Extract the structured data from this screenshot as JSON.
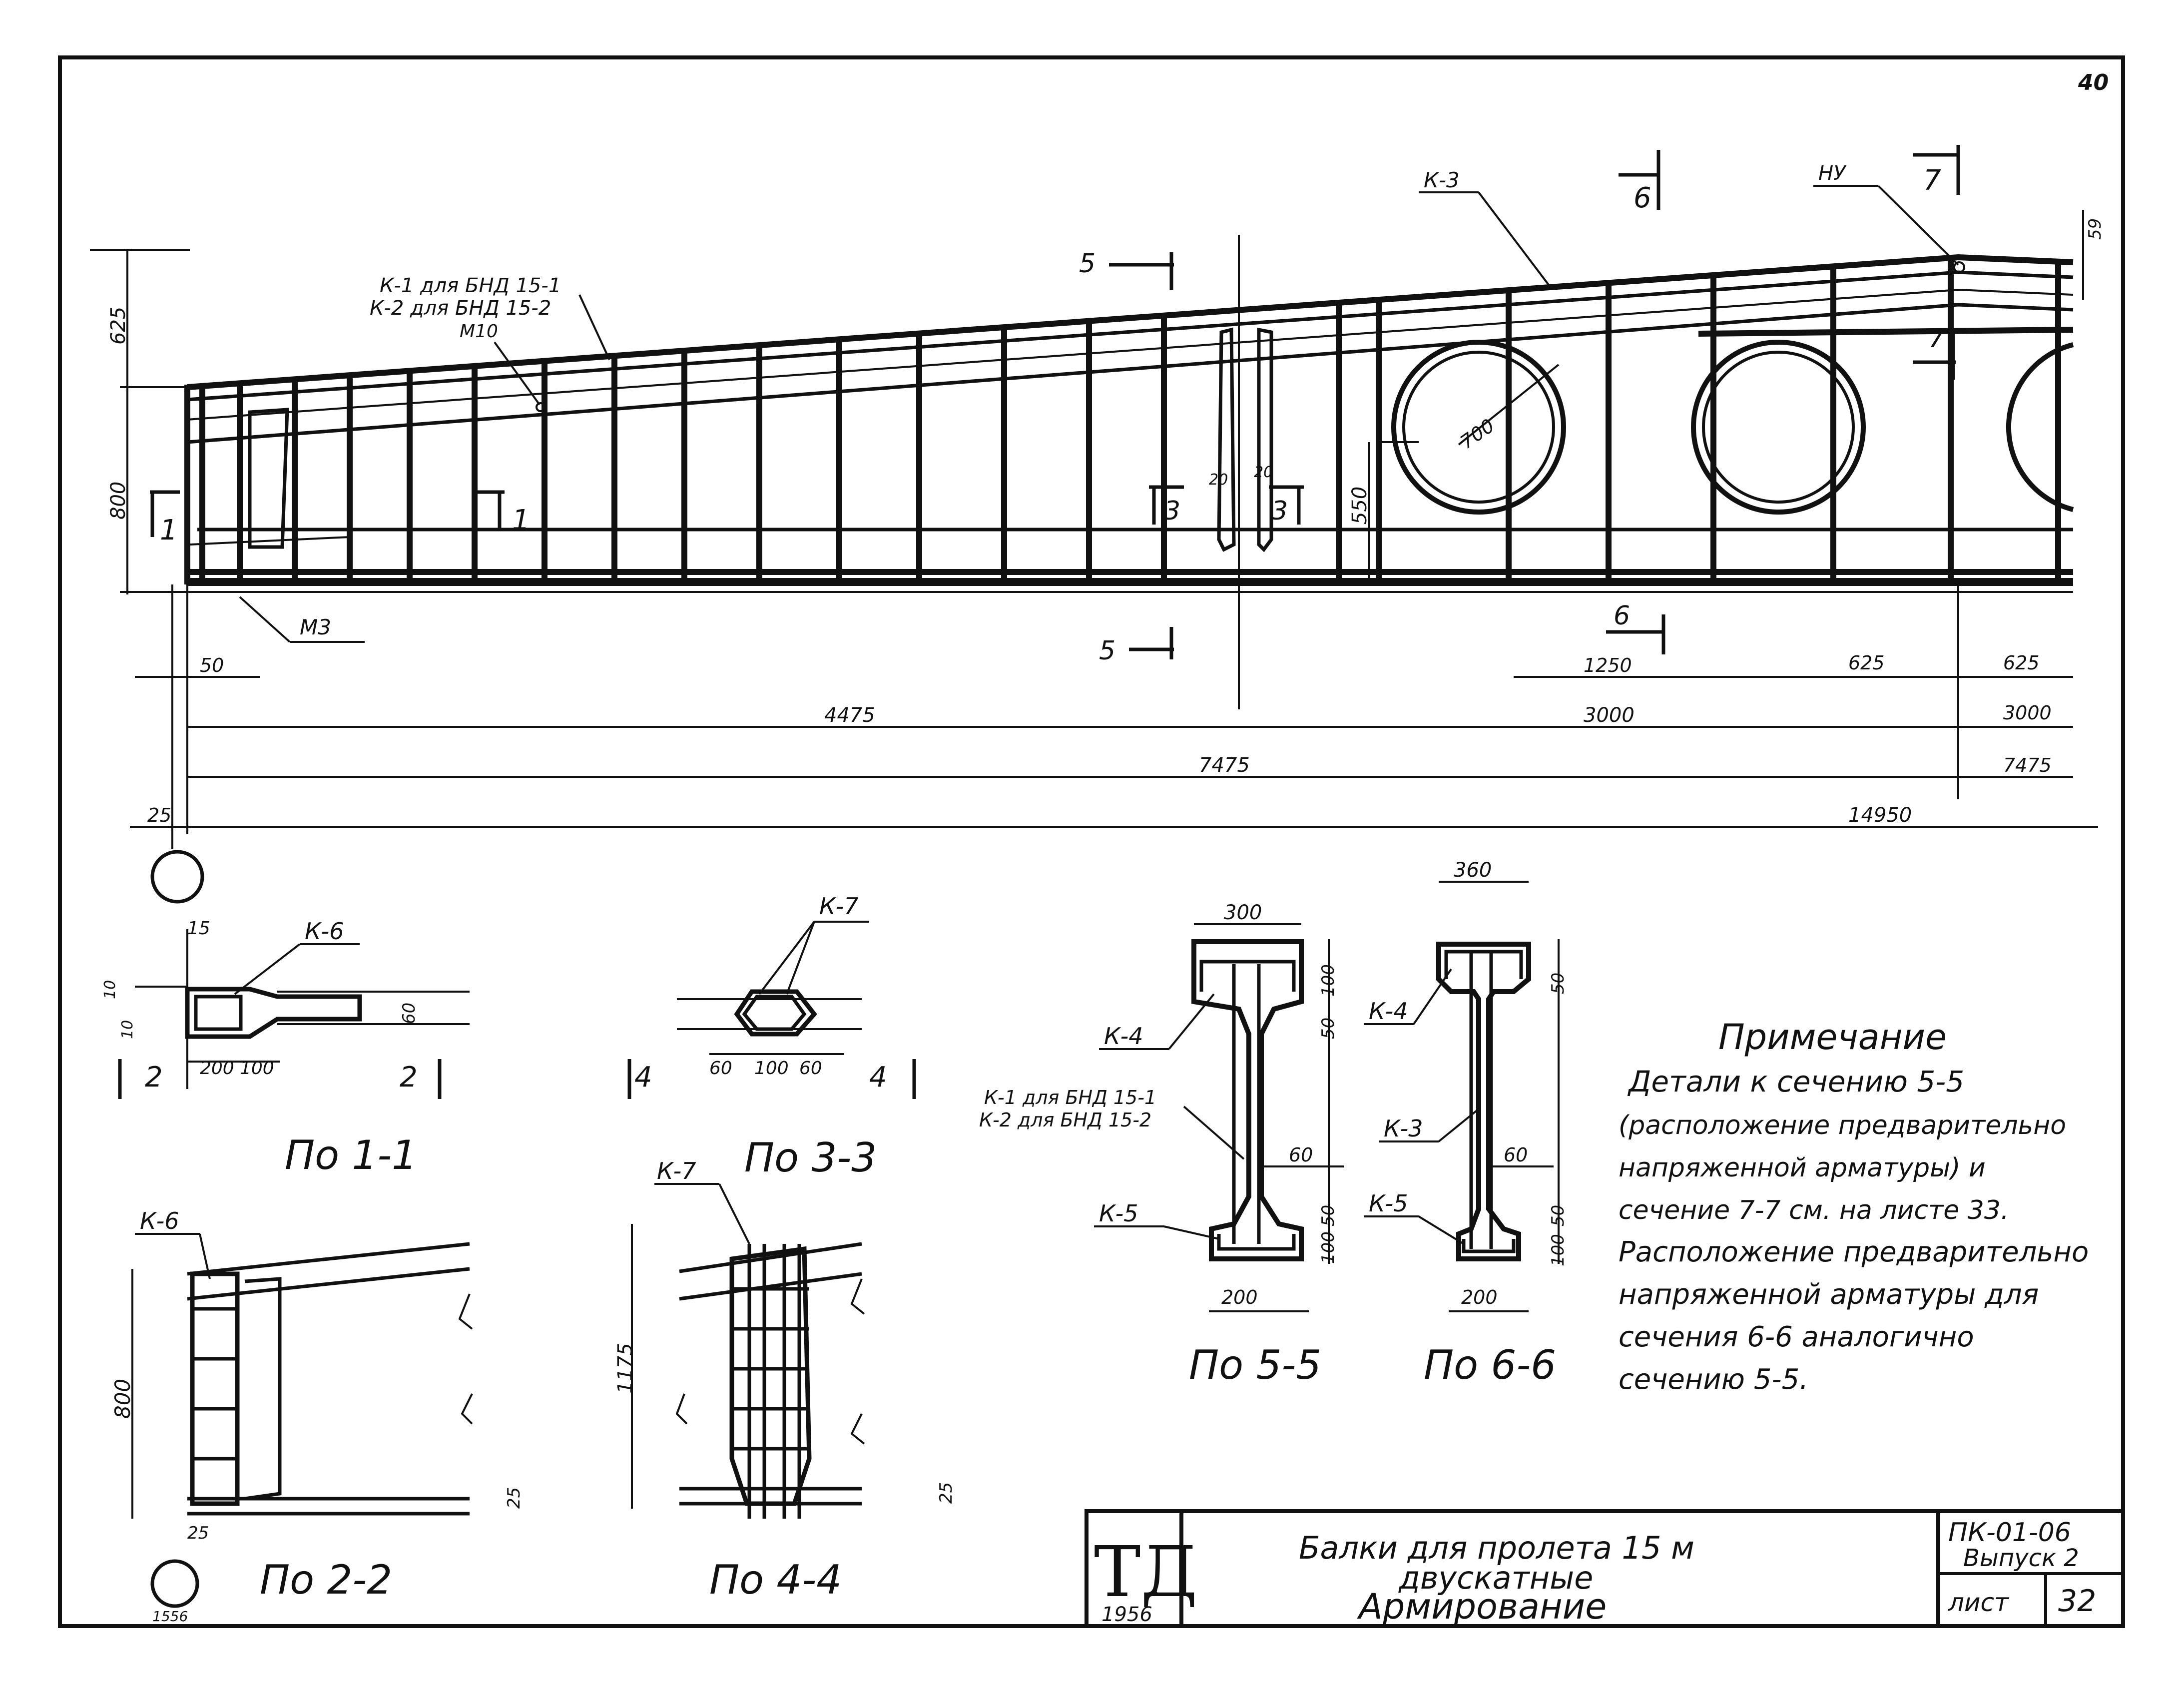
{
  "sheet": {
    "page_number": "40",
    "title_block": {
      "logo": "ТД",
      "year": "1956",
      "title_line1": "Балки для пролета 15 м",
      "title_line2": "двускатные",
      "title_line3": "Армирование",
      "series_code": "ПК-01-06",
      "issue": "Выпуск 2",
      "sheet_label": "лист",
      "sheet_number": "32"
    }
  },
  "elevation": {
    "labels": {
      "k3": "К-3",
      "k1": "К-1 для БНД 15-1",
      "k2": "К-2 для БНД 15-2",
      "m10": "М10",
      "m3": "М3",
      "nu": "НУ"
    },
    "section_marks": {
      "s1a": "1",
      "s1b": "1",
      "s3a": "3",
      "s3b": "3",
      "s5top": "5",
      "s5bot": "5",
      "s6top": "6",
      "s6bot": "6",
      "s7top": "7",
      "s7mid": "7"
    },
    "dims": {
      "d625": "625",
      "d800": "800",
      "d550": "550",
      "d59": "59",
      "d700": "700",
      "d20a": "20",
      "d20b": "20",
      "d50": "50",
      "d25": "25",
      "d4475": "4475",
      "d7475a": "7475",
      "d14950": "14950",
      "d1250": "1250",
      "d625b": "625",
      "d625c": "625",
      "d3000a": "3000",
      "d3000b": "3000",
      "d7475b": "7475"
    }
  },
  "details": {
    "s11": {
      "title": "По 1-1",
      "label": "К-6",
      "d15": "15",
      "d10a": "10",
      "d10b": "10",
      "d60": "60",
      "d200": "200",
      "d100": "100",
      "mark_l": "2",
      "mark_r": "2"
    },
    "s33": {
      "title": "По 3-3",
      "label": "К-7",
      "d60a": "60",
      "d100": "100",
      "d60b": "60",
      "mark_l": "4",
      "mark_r": "4"
    },
    "s22": {
      "title": "По 2-2",
      "label": "К-6",
      "d800": "800",
      "d25a": "25",
      "d25b": "25",
      "circle_note": "1556"
    },
    "s44": {
      "title": "По 4-4",
      "label": "К-7",
      "d1175": "1175",
      "d25": "25"
    },
    "s55": {
      "title": "По 5-5",
      "k4": "К-4",
      "k1": "К-1 для БНД 15-1",
      "k2": "К-2 для БНД 15-2",
      "k5": "К-5",
      "d300": "300",
      "d100a": "100",
      "d50a": "50",
      "d60": "60",
      "d50b": "50",
      "d100b": "100",
      "d200": "200"
    },
    "s66": {
      "title": "По 6-6",
      "k4": "К-4",
      "k3": "К-3",
      "k5": "К-5",
      "d360": "360",
      "d50a": "50",
      "d60": "60",
      "d50b": "50",
      "d100": "100",
      "d200": "200"
    }
  },
  "note": {
    "heading": "Примечание",
    "lines": [
      "Детали к сечению 5-5",
      "(расположение предварительно",
      "напряженной арматуры) и",
      "сечение 7-7 см. на листе 33.",
      "Расположение предварительно",
      "напряженной арматуры для",
      "сечения 6-6 аналогично",
      "сечению 5-5."
    ]
  }
}
